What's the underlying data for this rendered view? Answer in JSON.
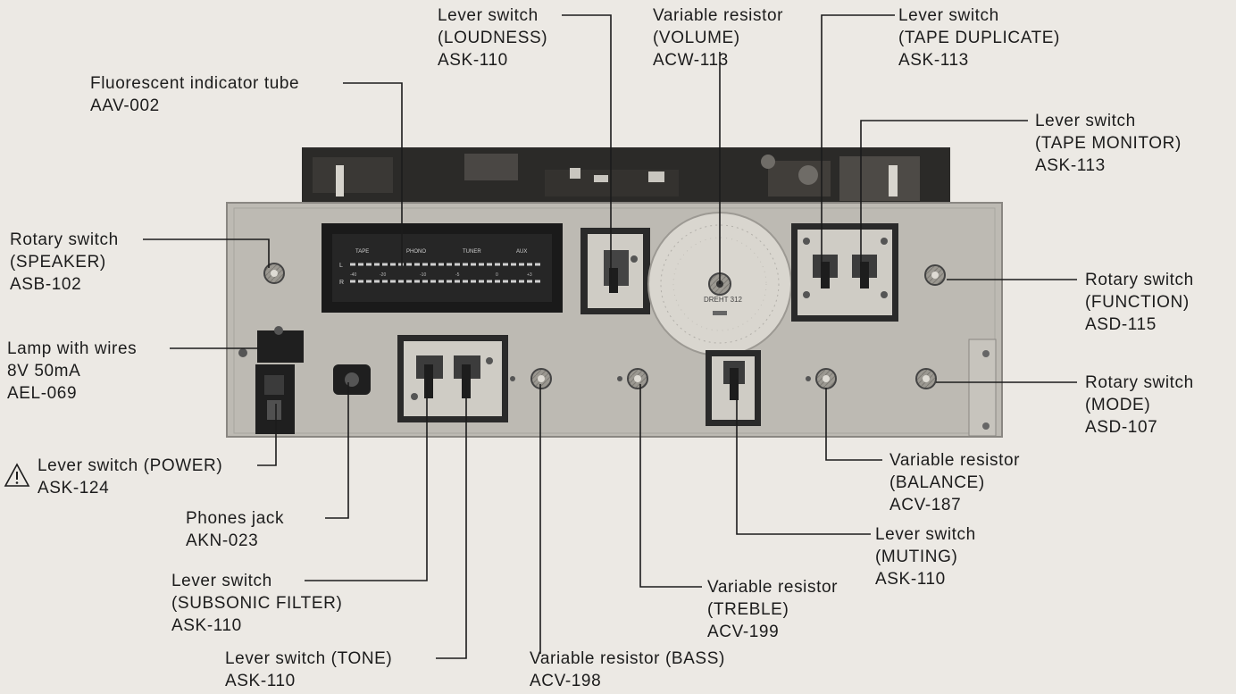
{
  "labels": [
    {
      "key": "indicator",
      "name": "label-indicator-tube",
      "lines": [
        "Fluorescent indicator tube",
        "AAV-002"
      ]
    },
    {
      "key": "loudness",
      "name": "label-lever-loudness",
      "lines": [
        "Lever switch",
        "(LOUDNESS)",
        "ASK-110"
      ]
    },
    {
      "key": "volume",
      "name": "label-resistor-volume",
      "lines": [
        "Variable resistor",
        "(VOLUME)",
        "ACW-113"
      ]
    },
    {
      "key": "tapedup",
      "name": "label-lever-tape-duplicate",
      "lines": [
        "Lever switch",
        "(TAPE DUPLICATE)",
        "ASK-113"
      ]
    },
    {
      "key": "tapemon",
      "name": "label-lever-tape-monitor",
      "lines": [
        "Lever switch",
        "(TAPE MONITOR)",
        "ASK-113"
      ]
    },
    {
      "key": "speaker",
      "name": "label-rotary-speaker",
      "lines": [
        "Rotary switch",
        "(SPEAKER)",
        "ASB-102"
      ]
    },
    {
      "key": "function",
      "name": "label-rotary-function",
      "lines": [
        "Rotary switch",
        "(FUNCTION)",
        "ASD-115"
      ]
    },
    {
      "key": "lamp",
      "name": "label-lamp-wires",
      "lines": [
        "Lamp with wires",
        "8V 50mA",
        "AEL-069"
      ]
    },
    {
      "key": "mode",
      "name": "label-rotary-mode",
      "lines": [
        "Rotary switch",
        "(MODE)",
        "ASD-107"
      ]
    },
    {
      "key": "power",
      "name": "label-lever-power",
      "lines": [
        "Lever switch (POWER)",
        "ASK-124"
      ]
    },
    {
      "key": "balance",
      "name": "label-resistor-balance",
      "lines": [
        "Variable resistor",
        "(BALANCE)",
        "ACV-187"
      ]
    },
    {
      "key": "phones",
      "name": "label-phones-jack",
      "lines": [
        "Phones jack",
        "AKN-023"
      ]
    },
    {
      "key": "muting",
      "name": "label-lever-muting",
      "lines": [
        "Lever switch",
        "(MUTING)",
        "ASK-110"
      ]
    },
    {
      "key": "subsonic",
      "name": "label-lever-subsonic",
      "lines": [
        "Lever switch",
        "(SUBSONIC FILTER)",
        "ASK-110"
      ]
    },
    {
      "key": "treble",
      "name": "label-resistor-treble",
      "lines": [
        "Variable resistor",
        "(TREBLE)",
        "ACV-199"
      ]
    },
    {
      "key": "tone",
      "name": "label-lever-tone",
      "lines": [
        "Lever switch (TONE)",
        "ASK-110"
      ]
    },
    {
      "key": "bass",
      "name": "label-resistor-bass",
      "lines": [
        "Variable resistor (BASS)",
        "ACV-198"
      ]
    }
  ],
  "display": {
    "header": [
      "TAPE",
      "PHONO",
      "TUNER",
      "AUX"
    ],
    "channels": [
      "L",
      "R"
    ],
    "scale": [
      "-40",
      "-20",
      "-10",
      "-5",
      "0",
      "+3"
    ]
  },
  "dial_marking": "DREHT 312",
  "colors": {
    "paper": "#ece9e4",
    "ink": "#1c1c1c",
    "chassis": "#bdbab3",
    "dark": "#222"
  }
}
